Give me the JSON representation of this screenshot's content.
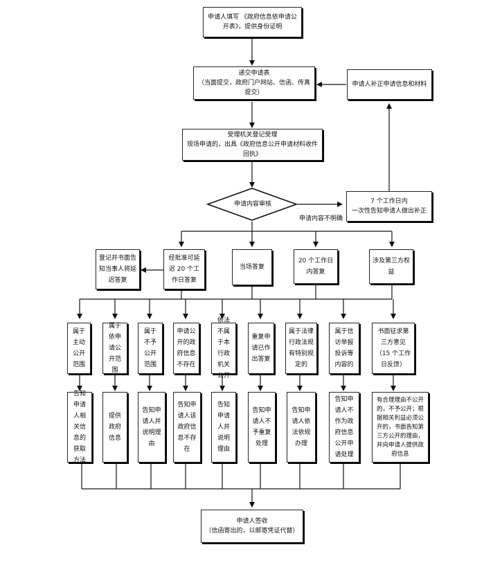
{
  "top": {
    "apply": "申请人填写 《政府信息依申请公开表》，提供身份证明",
    "submit_title": "递交申请表",
    "submit_note": "（当面提交，政府门户网站、信函、传真提交）",
    "supplement": "申请人补正申请信息和材料",
    "register_title": "受理机关登记受理",
    "register_note": "现场申请的，出具《政府信息公开申请材料收件回执》",
    "review": "申请内容审核",
    "notify_7_line1": "7 个工作日内",
    "notify_7_line2": "一次性告知申请人做出补正",
    "unclear": "申请内容不明确"
  },
  "row2": {
    "delay_notice": "登记并书面告知当事人将延迟答复",
    "delay_20": "经批准可延迟 20 个工作日答复",
    "onsite": "当场答复",
    "within_20": "20 个工作日内答复",
    "third_party": "涉及第三方权益"
  },
  "cats": [
    "属于主动公开范围",
    "属于依申请公开范围",
    "属于不予公开范围",
    "申请公开的政府信息不存在",
    "依法不属于本行政机关公开",
    "重复申请已作出答复",
    "属于法律行政法规有特别规定的",
    "属于信访举报投诉等内容的",
    "书面征求第三方意见（15 个工作日反馈）"
  ],
  "results": [
    "告知申请人相关信息的获取方法",
    "提供政府信息",
    "告知申请人并说明理由",
    "告知申请人该政府信息不存在",
    "告知申请人并说明理由",
    "告知申请人不予重复处理",
    "告知申请人依法依规办理",
    "告知申请人不作为政府信息公开申请处理",
    "有合理理由不公开的，不予公开；根据相关利益必须公开的，书面告知第三方公开的理由，并向申请人提供政府信息"
  ],
  "bottom": {
    "sign_title": "申请人签收",
    "sign_note": "（信函寄出的，以邮寄凭证代替）"
  }
}
